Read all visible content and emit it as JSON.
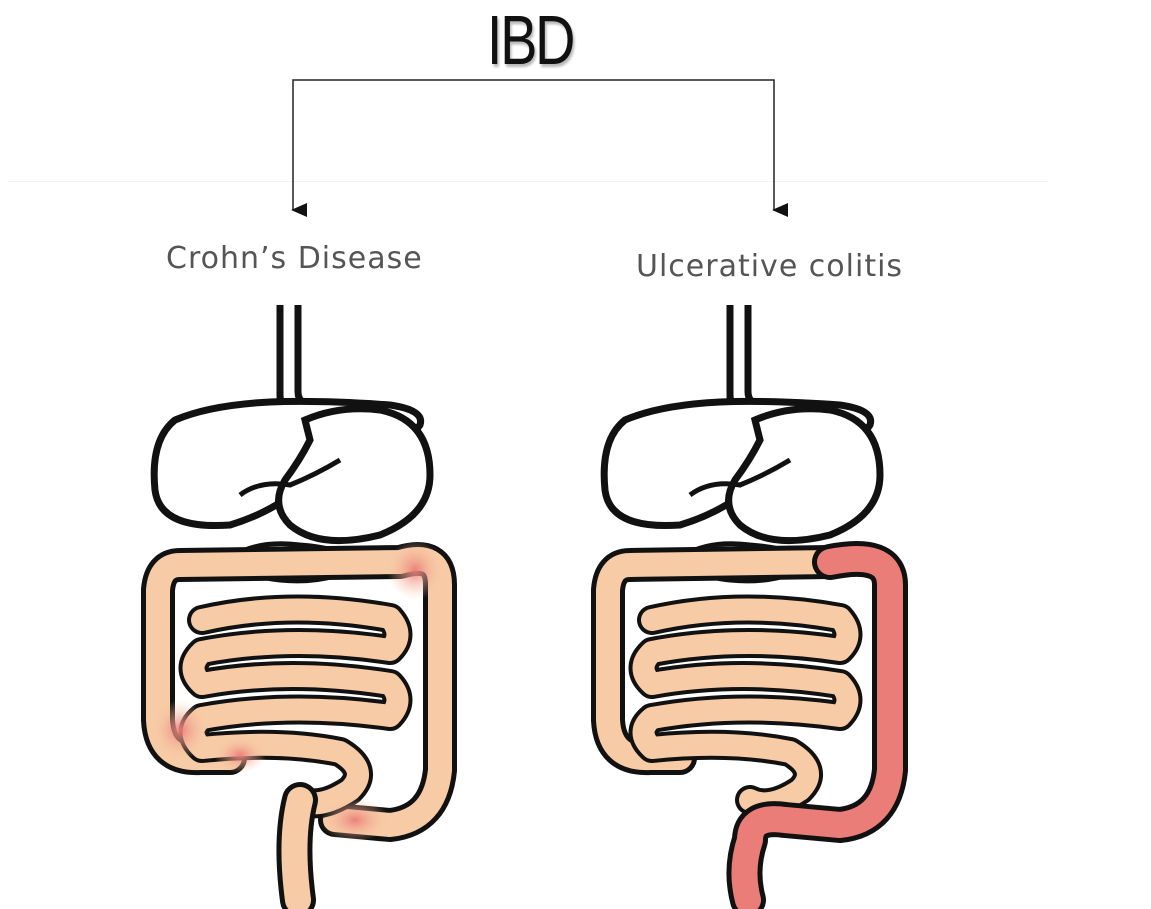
{
  "diagram": {
    "title": "IBD",
    "left_branch": {
      "label": "Crohn’s Disease"
    },
    "right_branch": {
      "label": "Ulcerative colitis"
    }
  },
  "colors": {
    "intestine_fill": "#f7cba6",
    "inflamed_fill": "#eb7d78",
    "outline": "#111111",
    "label_text": "#555555",
    "title_text": "#111111"
  },
  "icons": [
    "digestive-system-icon",
    "digestive-system-icon"
  ]
}
